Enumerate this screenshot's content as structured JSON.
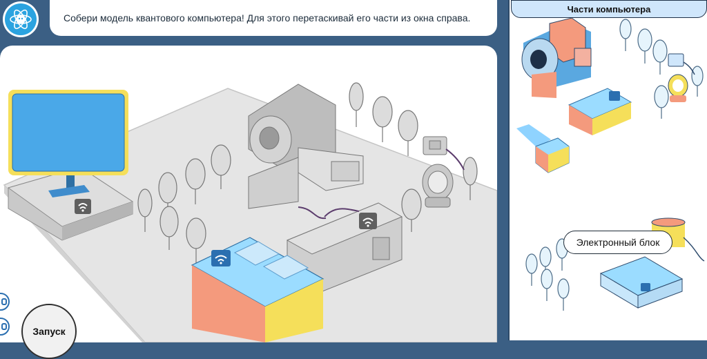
{
  "instruction": "Собери модель квантового компьютера! Для этого перетаскивай его части из окна справа.",
  "panel": {
    "title": "Части компьютера"
  },
  "tooltip": "Электронный блок",
  "launch_label": "Запуск",
  "icons": [
    "atom-logo-icon",
    "wifi-icon",
    "sound-icon",
    "info-icon"
  ],
  "colors": {
    "background": "#3b5f84",
    "blue": "#4aa8e8",
    "salmon": "#f49a7d",
    "yellow": "#f5df5a",
    "gray": "#cfcfcf"
  }
}
